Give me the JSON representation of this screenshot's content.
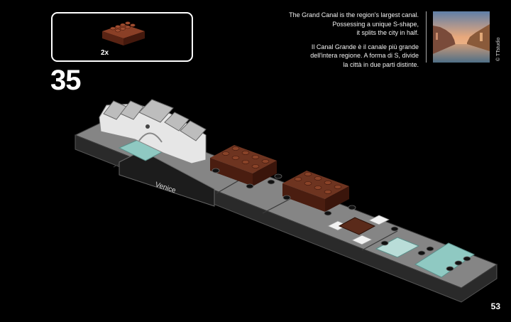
{
  "parts": {
    "quantity": "2x",
    "brick": "reddish-brown 2x4 brick"
  },
  "step": {
    "number": "35"
  },
  "info": {
    "english": [
      "The Grand Canal is the region's largest canal.",
      "Possessing a unique S-shape,",
      "it splits the city in half."
    ],
    "italian": [
      "Il Canal Grande è il canale più grande",
      "dell'intera regione. A forma di S, divide",
      "la città in due parti distinte."
    ],
    "photo_credit": "© TTstudio"
  },
  "model": {
    "nameplate": "Venice"
  },
  "page": {
    "number": "53"
  },
  "colors": {
    "brown": "#5a2a1a",
    "canal": "#8fc9c2",
    "base": "#7c7c7c"
  }
}
